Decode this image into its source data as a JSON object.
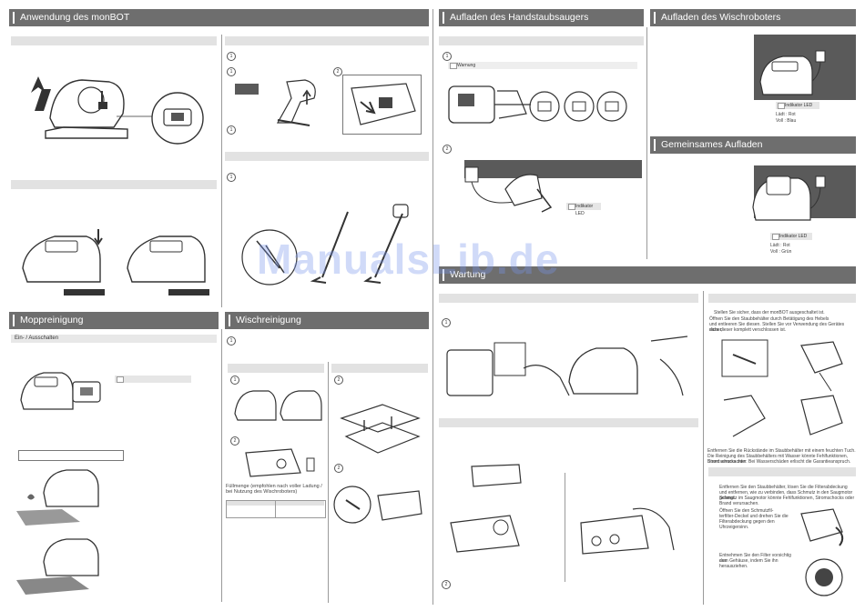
{
  "sections": {
    "anwendung": "Anwendung des monBOT",
    "aufladen_staub": "Aufladen des Handstaubsaugers",
    "aufladen_wisch": "Aufladen des Wischroboters",
    "gemeinsam": "Gemeinsames Aufladen",
    "wartung": "Wartung",
    "mopp": "Moppreinigung",
    "wisch": "Wischreinigung"
  },
  "mopp": {
    "subtitle": "Ein- / Ausschalten"
  },
  "warnung": "Warnung",
  "indikator_led_a": "Indikator LED",
  "indikator_led_b": "Indikator LED",
  "indikator_led_c": "Indikator LED",
  "wisch_status": {
    "laed": "Lädt : Rot",
    "voll": "Voll : Blau"
  },
  "gemeinsam_status": {
    "laed": "Lädt : Rot",
    "voll": "Voll : Grün"
  },
  "fuellmenge": "Füllmenge (empfohlen nach voller Ladung / bei Nutzung des Wischroboters)",
  "wartung_text": {
    "l1": "Stellen Sie sicher, dass der monBOT ausgeschaltet ist.",
    "l2": "Öffnen Sie den Staubbehälter durch Betätigung des Hebels",
    "l3": "und entleeren Sie diesen. Stellen Sie vor Verwendung des Gerätes sicher,",
    "l4": "dass dieser komplett verschlossen ist.",
    "l5": "Entfernen Sie die Rückstände im Staubbehälter mit einem feuchten Tuch.",
    "l6": "Die Reinigung des Staubbehälters mit Wasser könnte Fehlfunktionen, Stromschocks oder",
    "l7": "Brand verursachen. Bei Wasserschäden erlischt die Garantieanspruch.",
    "f1": "Entfernen Sie den Staubbehälter, lösen Sie die Filterabdeckung",
    "f2": "und entfernen, wie zu verbinden, dass Schmutz in den Saugmotor gelangt.",
    "f3": "Schmutz im Saugmotor könnte Fehlfunktionen, Stromschocks oder",
    "f4": "Brand verursachen.",
    "g1": "Öffnen Sie den Schmutzfil-",
    "g2": "terfilter-Deckel und drehen Sie die",
    "g3": "Filterabdeckung gegen den",
    "g4": "Uhrzeigersinn.",
    "h1": "Entnehmen Sie den Filter vorsichtig aus",
    "h2": "dem Gehäuse, indem Sie ihn",
    "h3": "herausziehen."
  },
  "numbers": {
    "n1": "1",
    "n2": "2",
    "n3": "1",
    "n4": "1",
    "n5": "1",
    "n6": "2",
    "n7": "1",
    "n8": "2",
    "n9": "1",
    "n10": "2",
    "n11": "1",
    "n12": "2"
  },
  "watermark": "ManualsLib.de"
}
